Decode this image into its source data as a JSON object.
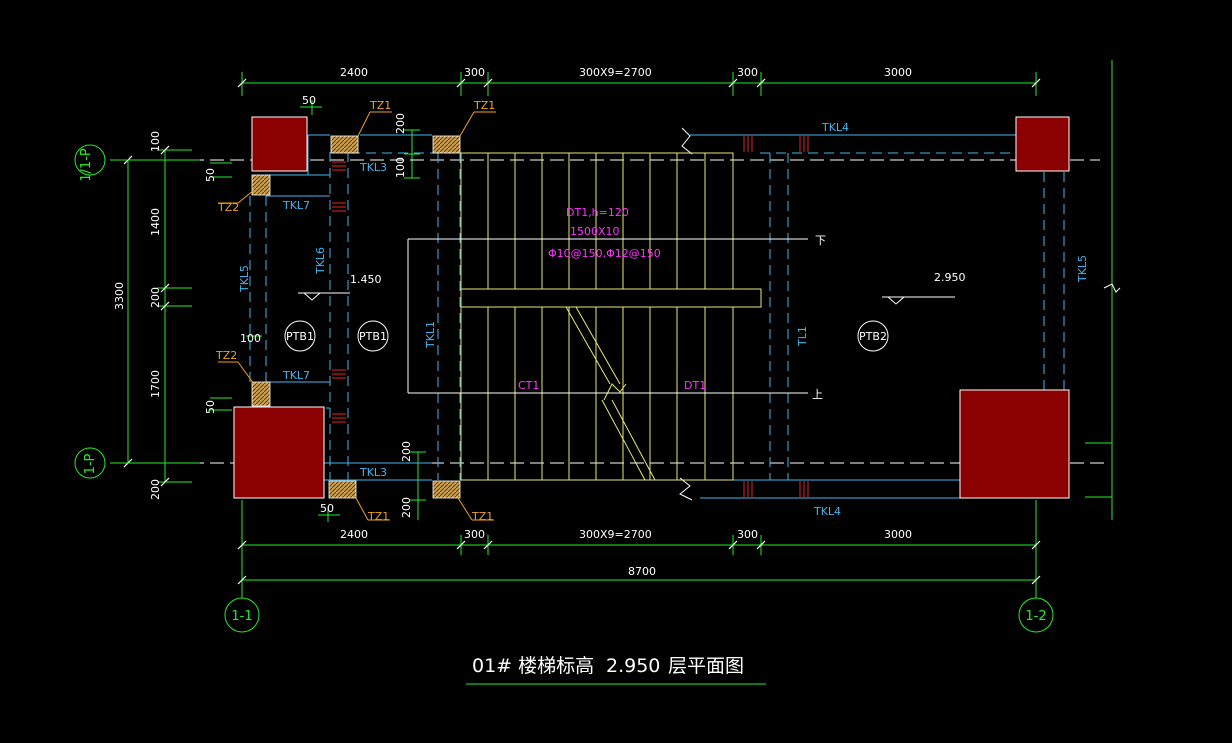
{
  "drawing": {
    "title_name": "01# 楼梯标高",
    "title_level": "2.950",
    "title_suffix": "层平面图"
  },
  "dimensions": {
    "top": [
      "2400",
      "300",
      "300X9=2700",
      "300",
      "3000"
    ],
    "bottom": [
      "2400",
      "300",
      "300X9=2700",
      "300",
      "3000"
    ],
    "overall": "8700",
    "left_total": "3300",
    "left_parts": [
      "100",
      "1400",
      "200",
      "1700",
      "200"
    ],
    "small": {
      "d50_top": "50",
      "d50_left_top": "50",
      "d50_left_bot": "50",
      "d50_bottom": "50",
      "d200_top": "200",
      "d100_top": "100",
      "d100_left": "100",
      "d200_bot1": "200",
      "d200_bot2": "200"
    }
  },
  "axes": {
    "a_top": "1/1-P",
    "a_bot": "1-P",
    "b_left": "1-1",
    "b_right": "1-2"
  },
  "members": {
    "tz1_a": "TZ1",
    "tz1_b": "TZ1",
    "tz1_c": "TZ1",
    "tz1_d": "TZ1",
    "tz2_a": "TZ2",
    "tz2_b": "TZ2",
    "tkl3_a": "TKL3",
    "tkl3_b": "TKL3",
    "tkl7_a": "TKL7",
    "tkl7_b": "TKL7",
    "tkl4_a": "TKL4",
    "tkl4_b": "TKL4",
    "tkl5_a": "TKL5",
    "tkl5_b": "TKL5",
    "tkl6": "TKL6",
    "tkl1": "TKL1",
    "tl1": "TL1",
    "ptb1_a": "PTB1",
    "ptb1_b": "PTB1",
    "ptb2": "PTB2",
    "ct1": "CT1",
    "dt1": "DT1",
    "stair_spec1": "DT1,h=120",
    "stair_spec2": "1500X10",
    "stair_spec3": "Φ10@150,Φ12@150",
    "up_mark": "上",
    "down_mark": "下"
  },
  "levels": {
    "landing": "1.450",
    "floor": "2.950"
  },
  "colors": {
    "dimension": "#22ee22",
    "beam": "#3fb6f0",
    "column_fill": "#8b0000",
    "tz_fill": "#c8a050",
    "stair": "#e8e870",
    "note": "#ff33ff",
    "label": "#f0a020"
  }
}
